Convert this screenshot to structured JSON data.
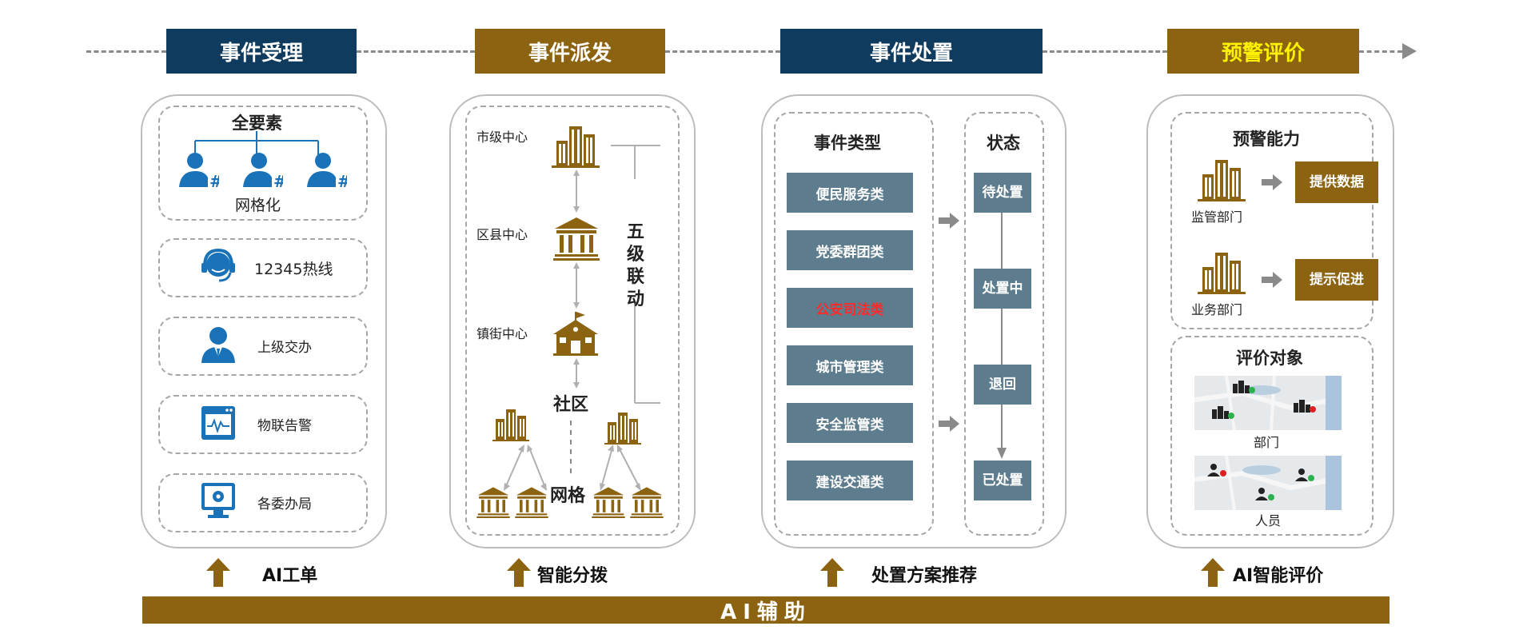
{
  "stages": [
    {
      "title": "事件受理",
      "ai_label": "AI工单"
    },
    {
      "title": "事件派发",
      "ai_label": "智能分拨"
    },
    {
      "title": "事件处置",
      "ai_label": "处置方案推荐"
    },
    {
      "title": "预警评价",
      "ai_label": "AI智能评价"
    }
  ],
  "intake": {
    "all_elements": "全要素",
    "grid": "网格化",
    "channels": [
      "12345热线",
      "上级交办",
      "物联告警",
      "各委办局"
    ]
  },
  "dispatch": {
    "levels": [
      "市级中心",
      "区县中心",
      "镇街中心"
    ],
    "community": "社区",
    "grid": "网格",
    "linkage": [
      "五",
      "级",
      "联",
      "动"
    ]
  },
  "handling": {
    "types_title": "事件类型",
    "types": [
      "便民服务类",
      "党委群团类",
      "公安司法类",
      "城市管理类",
      "安全监管类",
      "建设交通类"
    ],
    "status_title": "状态",
    "statuses": [
      "待处置",
      "处置中",
      "退回",
      "已处置"
    ]
  },
  "warning": {
    "ability_title": "预警能力",
    "departments": [
      {
        "name": "监管部门",
        "action": "提供数据"
      },
      {
        "name": "业务部门",
        "action": "提示促进"
      }
    ],
    "eval_title": "评价对象",
    "objects": [
      "部门",
      "人员"
    ]
  },
  "ai_bar": "AI辅助",
  "colors": {
    "navy": "#0f3b5e",
    "gold": "#8c6310",
    "slate": "#5d7d8e",
    "blue_icon": "#1a73b8",
    "highlight_red": "#ff2a2a"
  }
}
